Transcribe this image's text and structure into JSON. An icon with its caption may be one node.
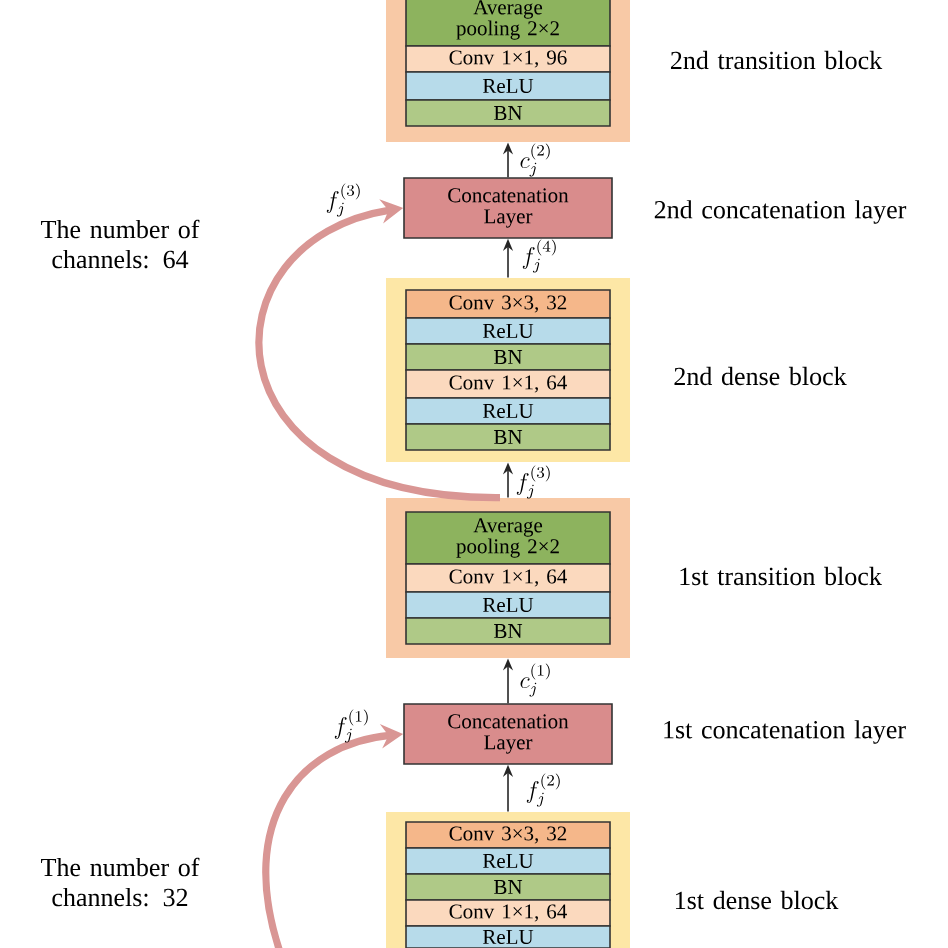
{
  "diagram": {
    "nodes": [
      {
        "text": [],
        "shape": "box",
        "beside": [
          "2nd transition block"
        ]
      },
      {
        "text": [
          "Average pooling 2×2"
        ],
        "in": 0
      },
      {
        "text": [
          "Conv 1×1, 96"
        ],
        "in": 0
      },
      {
        "text": [
          "ReLU"
        ],
        "in": 0
      },
      {
        "text": [
          "BN"
        ],
        "in": 0
      },
      {
        "text": [
          "Concatenation Layer"
        ],
        "beside": [
          "2nd concatenation layer"
        ]
      },
      {
        "text": [],
        "shape": "box",
        "beside": [
          "2nd dense block"
        ]
      },
      {
        "text": [
          "Conv 3×3, 32"
        ],
        "in": 6
      },
      {
        "text": [
          "ReLU"
        ],
        "in": 6
      },
      {
        "text": [
          "BN"
        ],
        "in": 6
      },
      {
        "text": [
          "Conv 1×1, 64"
        ],
        "in": 6
      },
      {
        "text": [
          "ReLU"
        ],
        "in": 6
      },
      {
        "text": [
          "BN"
        ],
        "in": 6
      },
      {
        "text": [],
        "shape": "box",
        "beside": [
          "1st transition block"
        ]
      },
      {
        "text": [
          "Average pooling 2×2"
        ],
        "in": 13
      },
      {
        "text": [
          "Conv 1×1, 64"
        ],
        "in": 13
      },
      {
        "text": [
          "ReLU"
        ],
        "in": 13
      },
      {
        "text": [
          "BN"
        ],
        "in": 13
      },
      {
        "text": [
          "Concatenation Layer"
        ],
        "beside": [
          "1st concatenation layer"
        ]
      },
      {
        "text": [],
        "shape": "box",
        "beside": [
          "1st dense block"
        ]
      },
      {
        "text": [
          "Conv 3×3, 32"
        ],
        "in": 19
      },
      {
        "text": [
          "ReLU"
        ],
        "in": 19
      },
      {
        "text": [
          "BN"
        ],
        "in": 19
      },
      {
        "text": [
          "Conv 1×1, 64"
        ],
        "in": 19
      },
      {
        "text": [
          "ReLU"
        ],
        "in": 19
      }
    ],
    "edges": [
      {
        "from": 19,
        "to": 18,
        "arrow": "to",
        "label": "f_j^{(2)}"
      },
      {
        "from": 18,
        "to": 13,
        "arrow": "to",
        "label": "c_j^{(1)}"
      },
      {
        "from": 13,
        "to": 6,
        "arrow": "to",
        "label": "f_j^{(3)}"
      },
      {
        "from": 6,
        "to": 5,
        "arrow": "to",
        "label": "f_j^{(4)}"
      },
      {
        "from": 5,
        "to": 0,
        "arrow": "to",
        "label": "c_j^{(2)}"
      },
      {
        "from": null,
        "to": 18,
        "arrow": "to",
        "label": "f_j^{(1)}",
        "style": "thick",
        "color": "#d99694"
      },
      {
        "from": 13,
        "to": 5,
        "arrow": "to",
        "label": "f_j^{(3)}",
        "style": "thick",
        "color": "#d99694"
      }
    ],
    "labels": [
      "The number of channels: 64",
      "The number of channels: 32"
    ]
  }
}
